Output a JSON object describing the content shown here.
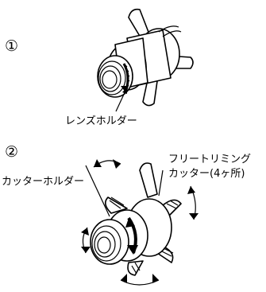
{
  "steps": [
    {
      "marker": "①",
      "labels": [
        "レンズホルダー"
      ]
    },
    {
      "marker": "②",
      "labels": [
        "フリートリミング",
        "カッター(4ヶ所)",
        "カッターホルダー"
      ]
    }
  ]
}
